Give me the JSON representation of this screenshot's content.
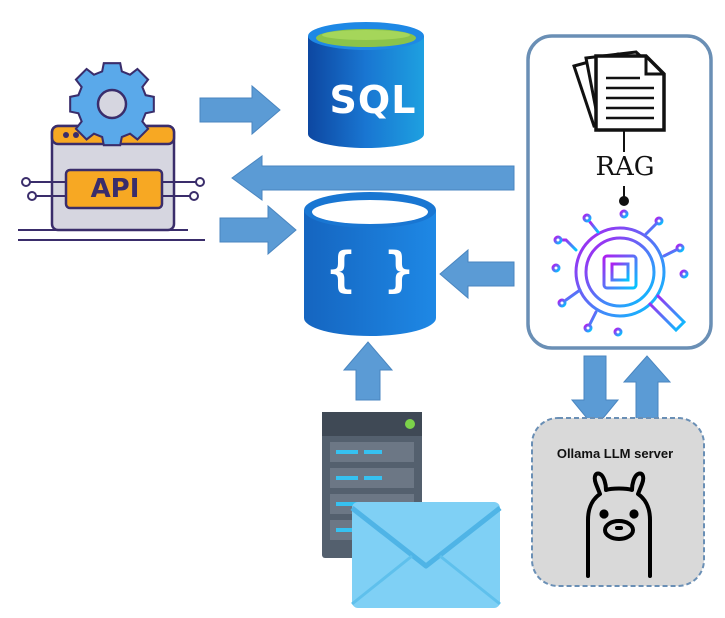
{
  "diagram": {
    "nodes": {
      "api": {
        "label": "API",
        "icon": "api-gear-icon"
      },
      "sql": {
        "label": "SQL",
        "icon": "sql-database-icon"
      },
      "json_db": {
        "label": "{ }",
        "icon": "json-database-icon"
      },
      "server": {
        "icon": "server-icon"
      },
      "mail": {
        "icon": "mail-envelope-icon"
      },
      "rag": {
        "label": "RAG",
        "icon": "documents-icon"
      },
      "ai": {
        "icon": "ai-chip-search-icon"
      },
      "ollama": {
        "label": "Ollama LLM server",
        "icon": "llama-icon"
      }
    },
    "colors": {
      "arrow": "#5b9bd5",
      "sql_blue": "#1565c0",
      "sql_top": "#8bc34a",
      "json_blue": "#1976d2",
      "panel_border": "#6a8fb5",
      "ollama_bg": "#d9d9d9",
      "api_orange": "#f7a823",
      "api_purple": "#3a2d6b",
      "ai_gradient_start": "#a020f0",
      "ai_gradient_end": "#00c4ff"
    }
  }
}
